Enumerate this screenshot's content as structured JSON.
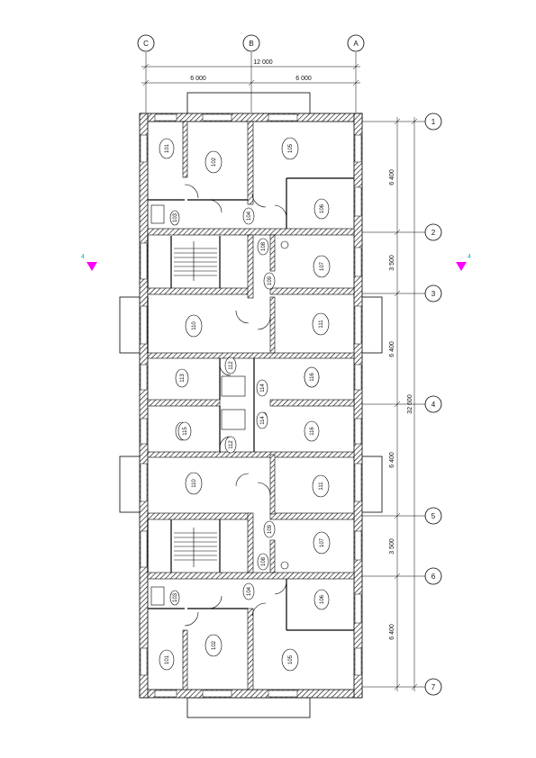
{
  "axes_top": [
    "C",
    "B",
    "A"
  ],
  "axes_right": [
    "1",
    "2",
    "3",
    "4",
    "5",
    "6",
    "7"
  ],
  "dims_top": {
    "overall": "12 000",
    "left": "6 000",
    "right": "6 000"
  },
  "dims_right": {
    "d1": "6 400",
    "d2": "3 500",
    "d3": "6 400",
    "d4": "6 400",
    "d5": "3 500",
    "d6": "6 400",
    "total": "32 600"
  },
  "section_marks": {
    "left": "4",
    "right": "4"
  },
  "rooms": [
    "101",
    "102",
    "103",
    "104",
    "105",
    "106",
    "107",
    "108",
    "109",
    "110",
    "111",
    "112",
    "113",
    "114",
    "115",
    "116",
    "101",
    "102",
    "103",
    "104",
    "105",
    "106",
    "107",
    "108",
    "109",
    "110",
    "111",
    "112",
    "113",
    "114",
    "115",
    "116"
  ],
  "colors": {
    "wall": "#000000",
    "hatch": "#000000",
    "marker": "#ff00ff",
    "marker_text": "#1aa7c9"
  }
}
